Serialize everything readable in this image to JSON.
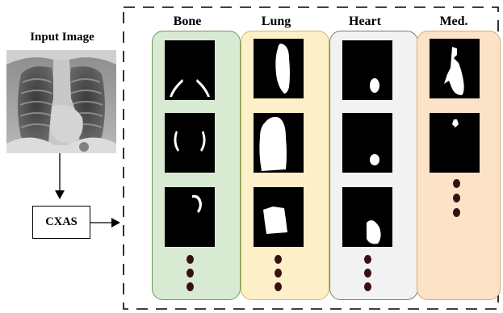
{
  "input": {
    "title": "Input Image"
  },
  "model": {
    "label": "CXAS"
  },
  "categories": [
    {
      "title": "Bone",
      "fill": "#d9ead3",
      "stroke": "#6a9b5b"
    },
    {
      "title": "Lung",
      "fill": "#fdf0c8",
      "stroke": "#d8b760"
    },
    {
      "title": "Heart",
      "fill": "#f2f2f2",
      "stroke": "#7a7a7a"
    },
    {
      "title": "Med.",
      "fill": "#fce2c7",
      "stroke": "#e0a860"
    }
  ],
  "colors": {
    "dot": "#3a0f12",
    "mask_bg": "#000000",
    "mask_fg": "#ffffff"
  }
}
